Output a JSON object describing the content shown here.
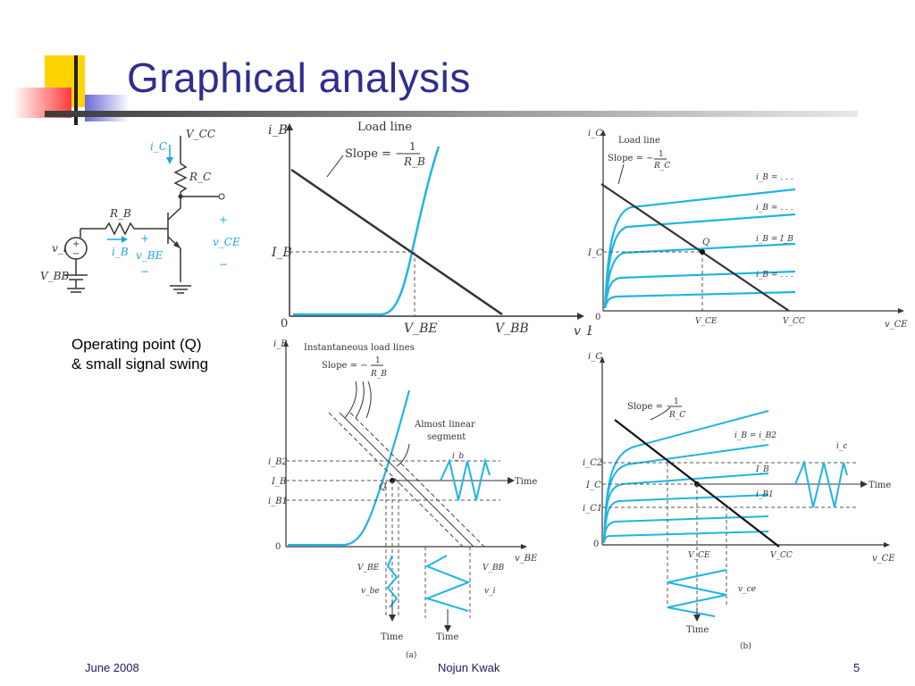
{
  "slide": {
    "title": "Graphical analysis",
    "caption_line1": "Operating point (Q)",
    "caption_line2": "& small signal swing",
    "footer_date": "June 2008",
    "footer_author": "Nojun Kwak",
    "footer_page": "5"
  },
  "circuit": {
    "vcc": "V_CC",
    "rc": "R_C",
    "rb": "R_B",
    "ic": "i_C",
    "ib": "i_B",
    "vbe": "v_BE",
    "vce": "v_CE",
    "vi": "v_i",
    "vbb": "V_BB",
    "plus": "+",
    "minus": "−"
  },
  "chart_input": {
    "ylabel": "i_B",
    "xlabel": "v_BE",
    "title": "Load line",
    "slope": "Slope = −",
    "frac_num": "1",
    "frac_den": "R_B",
    "tick_ib": "I_B",
    "tick_zero": "0",
    "tick_vbe": "V_BE",
    "tick_vbb": "V_BB"
  },
  "chart_output": {
    "ylabel": "i_C",
    "xlabel": "v_CE",
    "title": "Load line",
    "slope": "Slope = −",
    "frac_num": "1",
    "frac_den": "R_C",
    "curve_labels": [
      "i_B = . . .",
      "i_B = . . .",
      "i_B = I_B",
      "i_B = . . ."
    ],
    "tick_ic": "I_C",
    "tick_zero": "0",
    "tick_vce": "V_CE",
    "tick_vcc": "V_CC",
    "q": "Q"
  },
  "chart_swing_input": {
    "ylabel": "i_B",
    "xlabel": "v_BE",
    "title": "Instantaneous load lines",
    "slope": "Slope = −",
    "frac_num": "1",
    "frac_den": "R_B",
    "annotation1": "Almost linear",
    "annotation2": "segment",
    "ticks": [
      "i_B2",
      "I_B",
      "i_B1",
      "0"
    ],
    "q": "Q",
    "ib_label": "i_b",
    "time": "Time",
    "vbe": "V_BE",
    "vbb": "V_BB",
    "vbe_small": "v_be",
    "vi": "v_i",
    "time_bottom1": "Time",
    "time_bottom2": "Time",
    "panel": "(a)"
  },
  "chart_swing_output": {
    "ylabel": "i_C",
    "xlabel": "v_CE",
    "slope": "Slope = −",
    "frac_num": "1",
    "frac_den": "R_C",
    "curve_labels": [
      "i_B = i_B2",
      "I_B",
      "i_B1"
    ],
    "ticks": [
      "i_C2",
      "I_C",
      "i_C1",
      "0"
    ],
    "ic_label": "i_c",
    "time": "Time",
    "tick_vce": "V_CE",
    "tick_vcc": "V_CC",
    "vce_small": "v_ce",
    "time_bottom": "Time",
    "panel": "(b)"
  }
}
